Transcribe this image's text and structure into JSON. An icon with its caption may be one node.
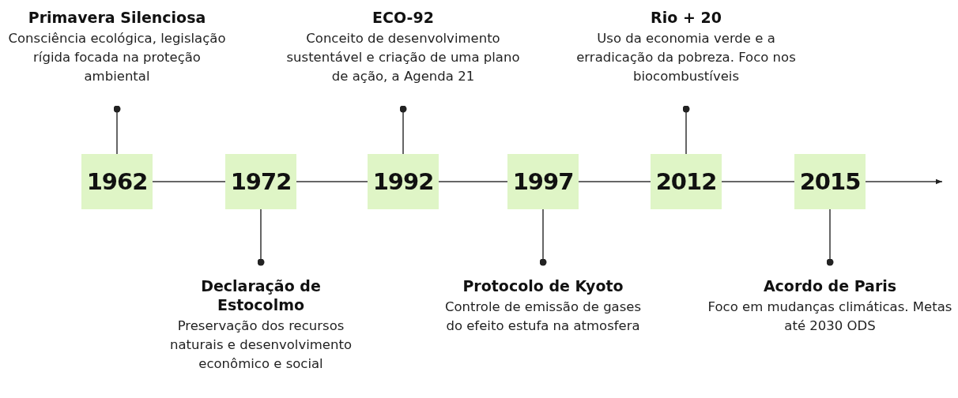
{
  "diagram": {
    "nodes": [
      {
        "text": [
          "Primavera Silenciosa",
          "Consciência ecológica, legislação rígida focada na proteção ambiental"
        ]
      },
      {
        "text": [
          "ECO-92",
          "Conceito de desenvolvimento sustentável e criação de uma plano de ação, a Agenda 21"
        ]
      },
      {
        "text": [
          "Rio + 20",
          "Uso da economia verde e a erradicação da pobreza. Foco nos biocombustíveis"
        ]
      },
      {
        "text": [
          "1962"
        ]
      },
      {
        "text": [
          "1972"
        ]
      },
      {
        "text": [
          "1992"
        ]
      },
      {
        "text": [
          "1997"
        ]
      },
      {
        "text": [
          "2012"
        ]
      },
      {
        "text": [
          "2015"
        ]
      },
      {
        "text": [
          "Declaração de Estocolmo",
          "Preservação dos recursos naturais e desenvolvimento econômico e social"
        ]
      },
      {
        "text": [
          "Protocolo de Kyoto",
          "Controle de emissão de gases do efeito estufa na atmosfera"
        ]
      },
      {
        "text": [
          "Acordo de Paris",
          "Foco em mudanças climáticas. Metas até 2030 ODS"
        ]
      }
    ],
    "edges": [
      {
        "from": 3,
        "to": 4,
        "arrow": "none"
      },
      {
        "from": 4,
        "to": 5,
        "arrow": "none"
      },
      {
        "from": 5,
        "to": 6,
        "arrow": "none"
      },
      {
        "from": 6,
        "to": 7,
        "arrow": "none"
      },
      {
        "from": 7,
        "to": 8,
        "arrow": "none"
      },
      {
        "from": 8,
        "to": null,
        "arrow": "to"
      },
      {
        "from": 3,
        "to": 0,
        "arrow": "other"
      },
      {
        "from": 5,
        "to": 1,
        "arrow": "other"
      },
      {
        "from": 7,
        "to": 2,
        "arrow": "other"
      },
      {
        "from": 4,
        "to": 9,
        "arrow": "other"
      },
      {
        "from": 6,
        "to": 10,
        "arrow": "other"
      },
      {
        "from": 8,
        "to": 11,
        "arrow": "other"
      }
    ]
  }
}
